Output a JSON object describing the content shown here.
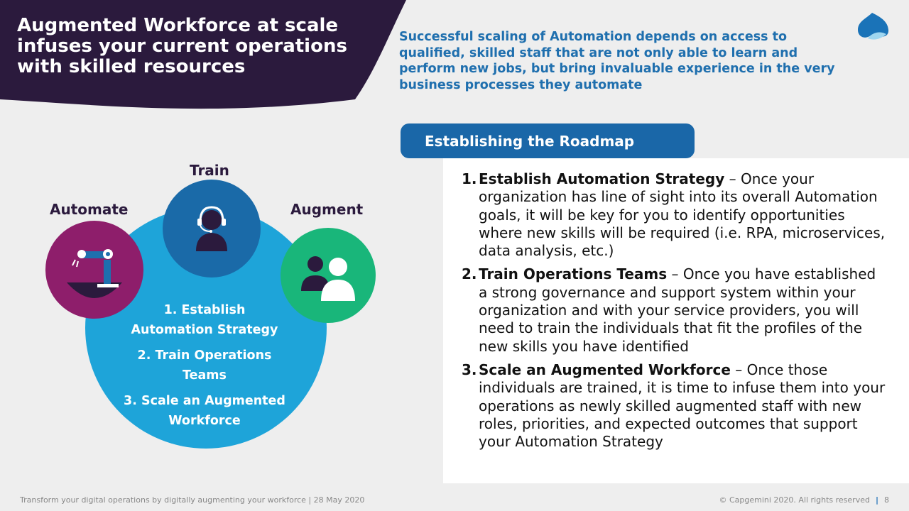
{
  "header": {
    "title": "Augmented Workforce at scale infuses your current operations with skilled resources",
    "intro": "Successful scaling of Automation depends on access to qualified, skilled staff that are not only able to learn and perform new jobs, but bring invaluable experience in the very business processes they automate"
  },
  "diagram": {
    "labels": {
      "automate": "Automate",
      "train": "Train",
      "augment": "Augment"
    },
    "circle_lines": [
      "1. Establish",
      "Automation Strategy",
      "2. Train Operations",
      "Teams",
      "3. Scale an Augmented",
      "Workforce"
    ],
    "icons": {
      "automate": "robot-arm-icon",
      "train": "headset-person-icon",
      "augment": "people-group-icon"
    }
  },
  "roadmap": {
    "heading": "Establishing the Roadmap",
    "steps": [
      {
        "num": "1.",
        "name": "Establish Automation Strategy",
        "text": " – Once your organization has line of sight into its overall Automation goals, it will be key for you to identify opportunities where new skills will be required (i.e. RPA, microservices, data analysis, etc.)"
      },
      {
        "num": "2.",
        "name": "Train Operations Teams",
        "text": " – Once you have established a strong governance and support system within your organization and with your service providers, you will need to train the individuals that fit the profiles of the new skills you have identified"
      },
      {
        "num": "3.",
        "name": "Scale an Augmented Workforce",
        "text": " – Once those individuals are trained, it is time to infuse them into your operations as newly skilled augmented staff with new roles, priorities, and expected outcomes that support your Automation Strategy"
      }
    ]
  },
  "footer": {
    "left": "Transform your digital operations by digitally augmenting your workforce | 28 May 2020",
    "copyright": "© Capgemini 2020. All rights reserved",
    "separator": "|",
    "page": "8"
  },
  "colors": {
    "header_bg": "#2b1a3d",
    "accent_blue": "#1a67a8",
    "circle_blue": "#1ea4d9",
    "automate_purple": "#8e1e6b",
    "train_blue": "#1a6aa8",
    "augment_green": "#19b67a"
  }
}
